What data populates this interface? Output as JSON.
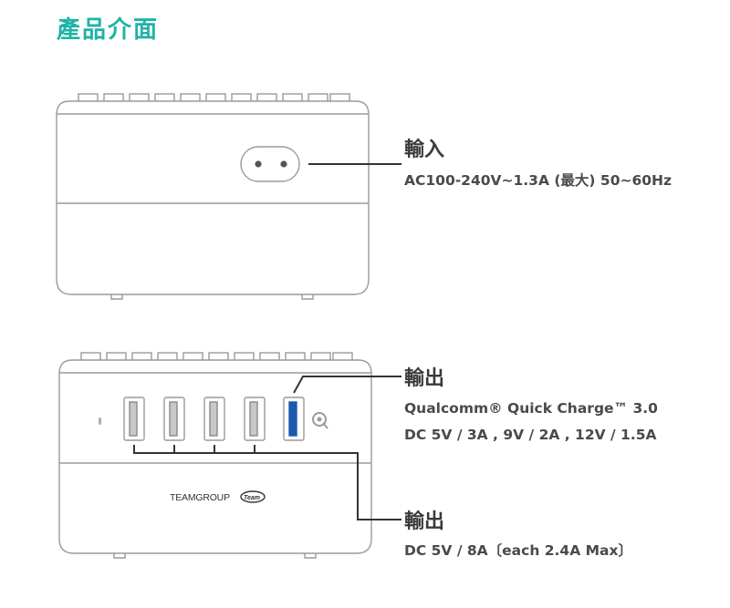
{
  "title": "產品介面",
  "input": {
    "heading": "輸入",
    "spec": "AC100-240V~1.3A (最大) 50~60Hz"
  },
  "output_qc": {
    "heading": "輸出",
    "line1": "Qualcomm® Quick Charge™ 3.0",
    "line2": "DC 5V / 3A , 9V / 2A , 12V / 1.5A"
  },
  "output_usb": {
    "heading": "輸出",
    "spec": "DC 5V / 8A〔each 2.4A Max〕"
  },
  "device": {
    "brand": "TEAMGROUP",
    "logo": "Team"
  },
  "colors": {
    "title": "#1fb3a6",
    "outline": "#9a9a9a",
    "leader": "#333333",
    "qc_port": "#1a5bb0"
  }
}
